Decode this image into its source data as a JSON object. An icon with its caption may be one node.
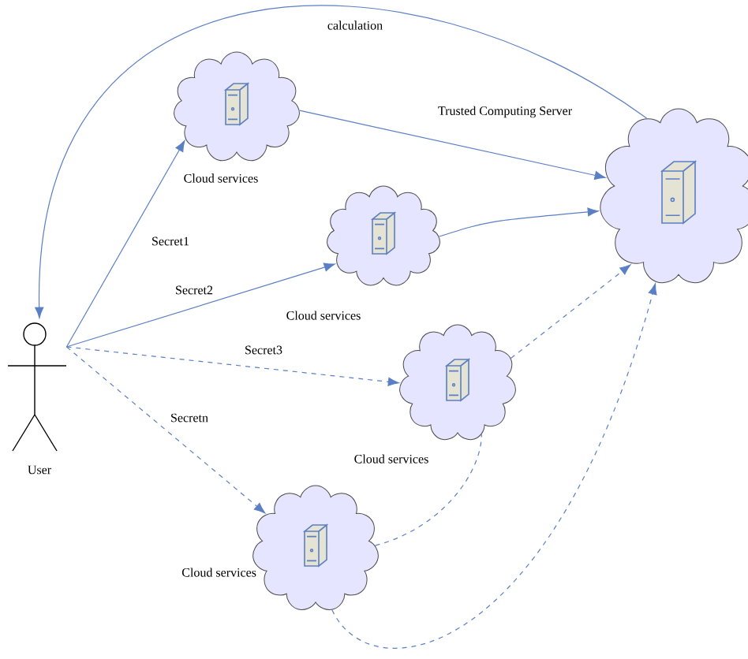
{
  "diagram": {
    "nodes": [
      {
        "text": [
          "User"
        ]
      },
      {
        "text": [
          "Cloud services"
        ]
      },
      {
        "text": [
          "Cloud services"
        ]
      },
      {
        "text": [
          "Cloud services"
        ]
      },
      {
        "text": [
          "Cloud services"
        ]
      },
      {
        "text": [
          "Trusted Computing Server"
        ]
      }
    ],
    "edges": [
      {
        "from": 5,
        "to": 0,
        "arrow": "to",
        "label": "calculation"
      },
      {
        "from": 0,
        "to": 1,
        "arrow": "to",
        "label": "Secret1"
      },
      {
        "from": 0,
        "to": 2,
        "arrow": "to",
        "label": "Secret2"
      },
      {
        "from": 0,
        "to": 3,
        "arrow": "to",
        "label": "Secret3",
        "style": "dashed"
      },
      {
        "from": 0,
        "to": 4,
        "arrow": "to",
        "label": "Secretn",
        "style": "dashed"
      },
      {
        "from": 1,
        "to": 5,
        "arrow": "to"
      },
      {
        "from": 2,
        "to": 5,
        "arrow": "to"
      },
      {
        "from": 3,
        "to": 5,
        "arrow": "to",
        "style": "dashed"
      },
      {
        "from": 4,
        "to": 5,
        "arrow": "to",
        "style": "dashed"
      },
      {
        "from": 4,
        "to": 3,
        "arrow": "none",
        "style": "dashed"
      }
    ]
  }
}
